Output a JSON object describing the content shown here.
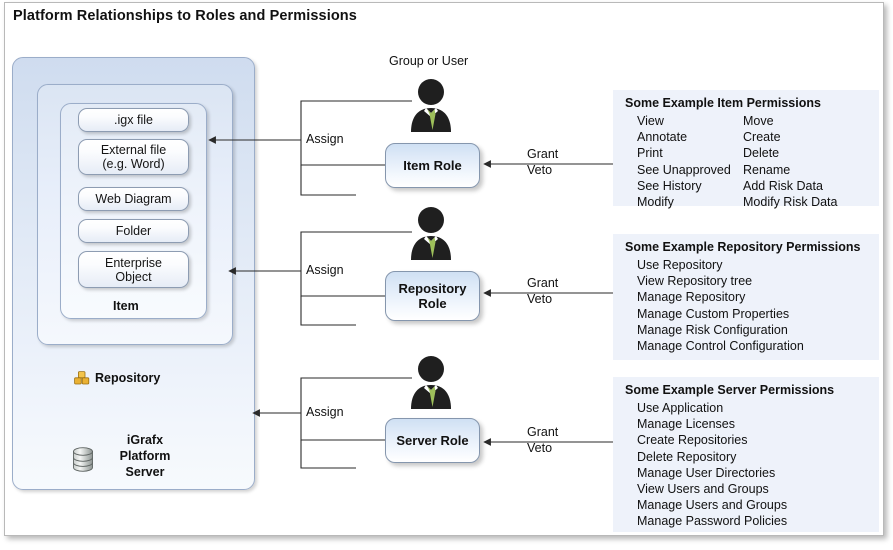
{
  "title": "Platform Relationships to Roles and Permissions",
  "platform": {
    "item_label": "Item",
    "repository_label": "Repository",
    "repository_icon": "packages-icon",
    "server_icon": "database-icon",
    "server_label": "iGrafx\nPlatform\nServer",
    "server_label_lines": [
      "iGrafx",
      "Platform",
      "Server"
    ],
    "items": [
      {
        "label": ".igx file"
      },
      {
        "label": "External file\n(e.g. Word)",
        "lines": [
          "External file",
          "(e.g. Word)"
        ]
      },
      {
        "label": "Web Diagram"
      },
      {
        "label": "Folder"
      },
      {
        "label": "Enterprise\nObject",
        "lines": [
          "Enterprise",
          "Object"
        ]
      }
    ]
  },
  "actors": {
    "group_or_user_label": "Group or User",
    "icon": "person-icon"
  },
  "roles": [
    {
      "name": "item-role",
      "label": "Item Role",
      "lines": [
        "Item Role"
      ]
    },
    {
      "name": "repository-role",
      "label": "Repository Role",
      "lines": [
        "Repository",
        "Role"
      ]
    },
    {
      "name": "server-role",
      "label": "Server Role",
      "lines": [
        "Server Role"
      ]
    }
  ],
  "connectors": {
    "assign_label": "Assign",
    "grant_label": "Grant",
    "veto_label": "Veto"
  },
  "permissions": [
    {
      "name": "item-permissions",
      "title": "Some Example Item Permissions",
      "columns": [
        [
          "View",
          "Annotate",
          "Print",
          "See Unapproved",
          "See History",
          "Modify"
        ],
        [
          "Move",
          "Create",
          "Delete",
          "Rename",
          "Add Risk Data",
          "Modify Risk Data"
        ]
      ]
    },
    {
      "name": "repository-permissions",
      "title": "Some Example Repository Permissions",
      "columns": [
        [
          "Use Repository",
          "View Repository tree",
          "Manage Repository",
          "Manage Custom Properties",
          "Manage Risk Configuration",
          "Manage Control Configuration"
        ]
      ]
    },
    {
      "name": "server-permissions",
      "title": "Some Example Server Permissions",
      "columns": [
        [
          "Use Application",
          "Manage Licenses",
          "Create Repositories",
          "Delete Repository",
          "Manage User Directories",
          "View Users and Groups",
          "Manage Users and Groups",
          "Manage Password Policies"
        ]
      ]
    }
  ],
  "colors": {
    "panel_bg": "#eef2fa",
    "box_border": "#8596ad",
    "nest_border": "#9badc9",
    "line": "#2a2a2a",
    "tie_green": "#9dbf5a",
    "person_dark": "#1f1f1f",
    "repo_icon_gold": "#e8b33a"
  }
}
